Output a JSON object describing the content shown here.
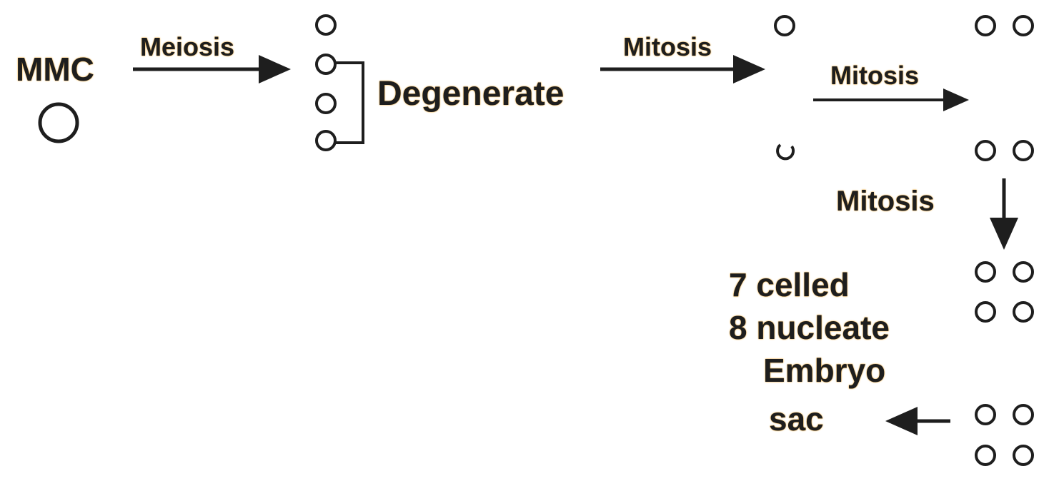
{
  "labels": {
    "mmc": "MMC",
    "meiosis": "Meiosis",
    "degenerate": "Degenerate",
    "mitosis_1": "Mitosis",
    "mitosis_2": "Mitosis",
    "mitosis_3": "Mitosis",
    "result_line1": "7 celled",
    "result_line2": "8 nucleate",
    "result_line3": "Embryo",
    "result_line4": "sac"
  },
  "stages": [
    {
      "name": "megaspore-mother-cell",
      "nuclei": 1
    },
    {
      "name": "megaspore-tetrad",
      "nuclei": 4,
      "degenerating": 3
    },
    {
      "name": "two-nucleate",
      "nuclei": 2
    },
    {
      "name": "four-nucleate",
      "nuclei": 4
    },
    {
      "name": "eight-nucleate",
      "nuclei": 8
    }
  ],
  "colors": {
    "ink": "#1e1e1e",
    "label_glow": "#f5b54a",
    "background": "#ffffff"
  }
}
